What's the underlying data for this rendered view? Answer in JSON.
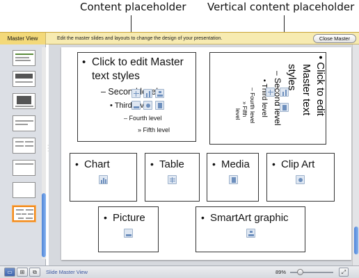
{
  "callouts": {
    "content": "Content placeholder",
    "vertical": "Vertical content placeholder"
  },
  "master_bar": {
    "title": "Master View",
    "description": "Edit the master slides and layouts to change the design of your presentation.",
    "close_button": "Close Master"
  },
  "content_placeholder": {
    "bullet": "•",
    "level1_a": "Click to edit Master",
    "level1_b": "text styles",
    "level2": "– Second level",
    "level3": "• Third level",
    "level4": "– Fourth level",
    "level5": "» Fifth level"
  },
  "vertical_placeholder": {
    "level1_a": "• Click to edit",
    "level1_b": "Master text",
    "level1_c": "styles",
    "level2": "– Second level",
    "level3": "• Third level",
    "level4_a": "– Fourth level",
    "level5_a": "» Fifth",
    "level5_b": "level"
  },
  "placeholders": {
    "chart": "Chart",
    "table": "Table",
    "media": "Media",
    "clipart": "Clip Art",
    "picture": "Picture",
    "smartart": "SmartArt graphic",
    "bullet": "•"
  },
  "status": {
    "view_label": "Slide Master View",
    "zoom": "89%",
    "zoom_fraction": 0.22,
    "views": [
      "▭",
      "⊞",
      "⧉"
    ],
    "fit_icon": "⤢"
  },
  "colors": {
    "master_bar": "#f7ebb1",
    "selection": "#f28a1b",
    "accent_blue": "#4f86d9"
  }
}
